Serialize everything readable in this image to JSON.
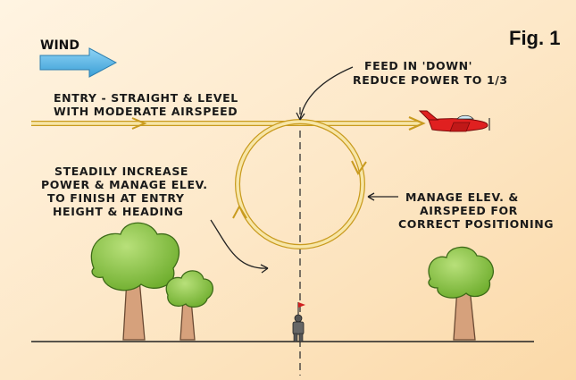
{
  "figure": {
    "label": "Fig. 1",
    "wind_label": "WIND",
    "annotations": {
      "feed_down": [
        "FEED IN 'DOWN'",
        "REDUCE POWER TO 1/3"
      ],
      "entry": [
        "ENTRY - STRAIGHT & LEVEL",
        "WITH MODERATE AIRSPEED"
      ],
      "steadily": [
        "STEADILY INCREASE",
        "POWER & MANAGE ELEV.",
        "TO FINISH AT ENTRY",
        "HEIGHT & HEADING"
      ],
      "manage": [
        "MANAGE ELEV. &",
        "AIRSPEED FOR",
        "CORRECT POSITIONING"
      ]
    },
    "colors": {
      "background": "#fde9cc",
      "wind_arrow": "#5fb7e6",
      "flight_path": "#f7e5a7",
      "flight_path_edge": "#c99b1f",
      "airplane": "#e02020",
      "tree_foliage": "#8cc63f",
      "trunk": "#d5a07a"
    }
  }
}
